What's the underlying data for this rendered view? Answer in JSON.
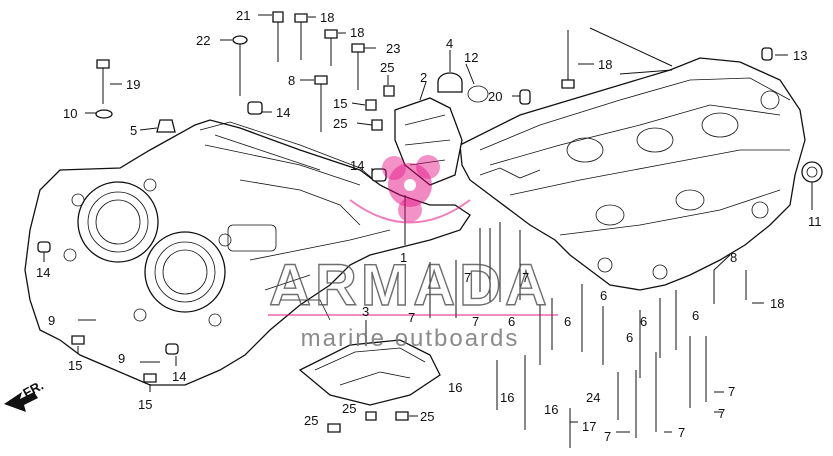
{
  "diagram": {
    "direction_label": "FR.",
    "callouts": [
      {
        "id": "c21",
        "text": "21"
      },
      {
        "id": "c18a",
        "text": "18"
      },
      {
        "id": "c22",
        "text": "22"
      },
      {
        "id": "c18b",
        "text": "18"
      },
      {
        "id": "c23",
        "text": "23"
      },
      {
        "id": "c4",
        "text": "4"
      },
      {
        "id": "c12",
        "text": "12"
      },
      {
        "id": "c18c",
        "text": "18"
      },
      {
        "id": "c13",
        "text": "13"
      },
      {
        "id": "c19",
        "text": "19"
      },
      {
        "id": "c8a",
        "text": "8"
      },
      {
        "id": "c25a",
        "text": "25"
      },
      {
        "id": "c2",
        "text": "2"
      },
      {
        "id": "c20",
        "text": "20"
      },
      {
        "id": "c10",
        "text": "10"
      },
      {
        "id": "c15a",
        "text": "15"
      },
      {
        "id": "c25b",
        "text": "25"
      },
      {
        "id": "c14a",
        "text": "14"
      },
      {
        "id": "c5",
        "text": "5"
      },
      {
        "id": "c14b",
        "text": "14"
      },
      {
        "id": "c11",
        "text": "11"
      },
      {
        "id": "c1",
        "text": "1"
      },
      {
        "id": "c14c",
        "text": "14"
      },
      {
        "id": "c7a",
        "text": "7"
      },
      {
        "id": "c7b",
        "text": "7"
      },
      {
        "id": "c8b",
        "text": "8"
      },
      {
        "id": "c18d",
        "text": "18"
      },
      {
        "id": "c7c",
        "text": "7"
      },
      {
        "id": "c3",
        "text": "3"
      },
      {
        "id": "c7d",
        "text": "7"
      },
      {
        "id": "c6a",
        "text": "6"
      },
      {
        "id": "c6b",
        "text": "6"
      },
      {
        "id": "c6c",
        "text": "6"
      },
      {
        "id": "c6d",
        "text": "6"
      },
      {
        "id": "c6e",
        "text": "6"
      },
      {
        "id": "c9a",
        "text": "9"
      },
      {
        "id": "c6f",
        "text": "6"
      },
      {
        "id": "c15b",
        "text": "15"
      },
      {
        "id": "c9b",
        "text": "9"
      },
      {
        "id": "c14d",
        "text": "14"
      },
      {
        "id": "c16a",
        "text": "16"
      },
      {
        "id": "c16b",
        "text": "16"
      },
      {
        "id": "c16c",
        "text": "16"
      },
      {
        "id": "c24",
        "text": "24"
      },
      {
        "id": "c7e",
        "text": "7"
      },
      {
        "id": "c15c",
        "text": "15"
      },
      {
        "id": "c7f",
        "text": "7"
      },
      {
        "id": "c25c",
        "text": "25"
      },
      {
        "id": "c25d",
        "text": "25"
      },
      {
        "id": "c25e",
        "text": "25"
      },
      {
        "id": "c17",
        "text": "17"
      },
      {
        "id": "c7g",
        "text": "7"
      },
      {
        "id": "c7h",
        "text": "7"
      }
    ]
  },
  "watermark": {
    "brand": "ARMADA",
    "tagline": "marine outboards",
    "color_primary": "#e4007c",
    "color_text": "#555555"
  }
}
